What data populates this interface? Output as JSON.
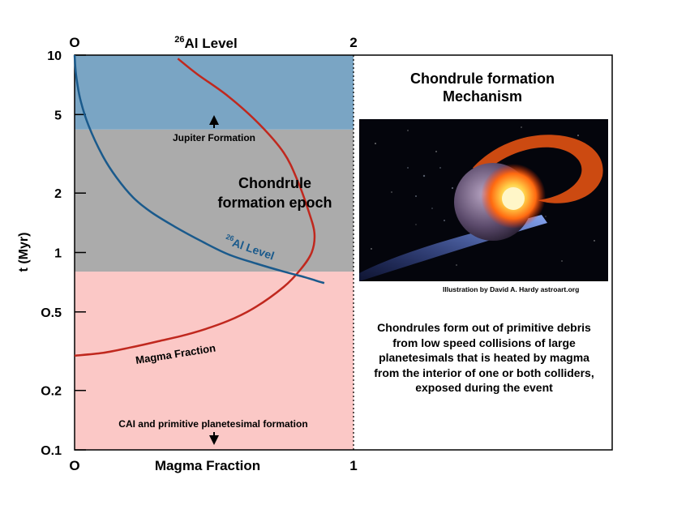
{
  "chart_data": {
    "type": "line",
    "xlabel_bottom": "Magma Fraction",
    "xlabel_top": "Al Level",
    "xlabel_top_isotope": "26",
    "ylabel": "t (Myr)",
    "y_scale": "log",
    "ylim": [
      0.1,
      10
    ],
    "y_ticks": [
      10,
      5,
      2,
      1,
      0.5,
      0.2,
      0.1
    ],
    "y_tick_labels": [
      "10",
      "5",
      "2",
      "1",
      "O.5",
      "O.2",
      "O.1"
    ],
    "x_bottom_ticks": [
      "O",
      "1"
    ],
    "x_top_ticks": [
      "O",
      "2"
    ],
    "xlim_bottom": [
      0,
      1
    ],
    "xlim_top": [
      0,
      2
    ],
    "series": [
      {
        "name": "Magma Fraction",
        "color": "#c0281e",
        "points": [
          [
            0.0,
            0.3
          ],
          [
            0.1,
            0.31
          ],
          [
            0.2,
            0.33
          ],
          [
            0.3,
            0.355
          ],
          [
            0.42,
            0.39
          ],
          [
            0.55,
            0.45
          ],
          [
            0.65,
            0.53
          ],
          [
            0.75,
            0.67
          ],
          [
            0.81,
            0.82
          ],
          [
            0.85,
            1.0
          ],
          [
            0.86,
            1.25
          ],
          [
            0.84,
            1.6
          ],
          [
            0.8,
            2.3
          ],
          [
            0.75,
            3.2
          ],
          [
            0.66,
            4.5
          ],
          [
            0.55,
            6.2
          ],
          [
            0.44,
            8.0
          ],
          [
            0.37,
            9.6
          ]
        ]
      },
      {
        "name": "Al Level",
        "isotope": "26",
        "axis": "top",
        "color": "#1a5a8c",
        "points": [
          [
            0.0,
            10.0
          ],
          [
            0.01,
            8.0
          ],
          [
            0.04,
            6.0
          ],
          [
            0.1,
            4.4
          ],
          [
            0.2,
            3.1
          ],
          [
            0.3,
            2.4
          ],
          [
            0.42,
            1.9
          ],
          [
            0.55,
            1.6
          ],
          [
            0.72,
            1.35
          ],
          [
            0.9,
            1.15
          ],
          [
            1.1,
            0.98
          ],
          [
            1.3,
            0.88
          ],
          [
            1.5,
            0.8
          ],
          [
            1.65,
            0.75
          ],
          [
            1.73,
            0.72
          ],
          [
            1.79,
            0.7
          ]
        ]
      }
    ],
    "bands": [
      {
        "from": 0.1,
        "to": 0.8,
        "color": "#fbc8c6",
        "label": "CAI and primitive planetesimal formation"
      },
      {
        "from": 0.8,
        "to": 4.2,
        "color": "#ababab",
        "label": "Chondrule formation epoch"
      },
      {
        "from": 4.2,
        "to": 10,
        "color": "#7aa5c4",
        "label": "Jupiter Formation"
      }
    ],
    "grid": false
  },
  "annotations": {
    "jupiter": "Jupiter Formation",
    "epoch_line1": "Chondrule",
    "epoch_line2": "formation epoch",
    "cai": "CAI and primitive planetesimal formation",
    "al_curve_label": "Al Level",
    "al_curve_isotope": "26",
    "magma_curve_label": "Magma Fraction"
  },
  "panel": {
    "title_line1": "Chondrule formation",
    "title_line2": "Mechanism",
    "credit": "Illustration by David A. Hardy astroart.org",
    "body": "Chondrules form out of primitive debris from low speed collisions of large planetesimals that is heated by magma from the interior of one or both colliders, exposed during the event"
  },
  "colors": {
    "blue_band": "#7aa5c4",
    "gray_band": "#ababab",
    "pink_band": "#fbc8c6",
    "magma_curve": "#c0281e",
    "al_curve": "#1a5a8c",
    "al_label": "#1a5a8c",
    "magma_label": "#c0281e"
  }
}
